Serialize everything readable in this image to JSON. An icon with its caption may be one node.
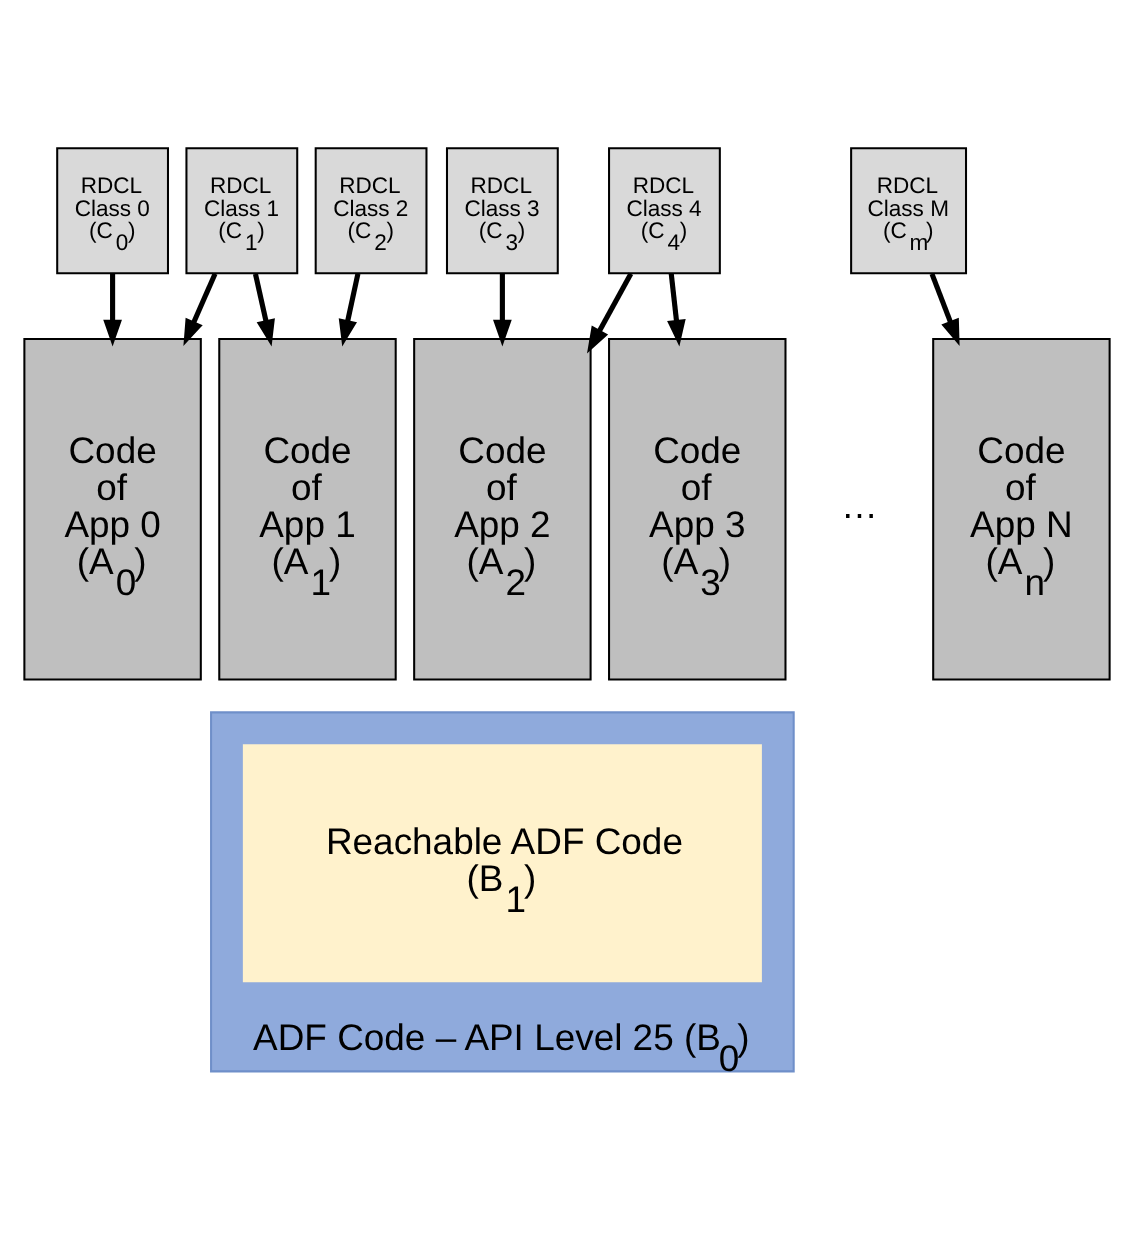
{
  "diagram": {
    "nodes": [
      {
        "text": [
          "RDCL Class 0 (C$_{0}$)"
        ]
      },
      {
        "text": [
          "RDCL Class 1 (C$_{1}$)"
        ]
      },
      {
        "text": [
          "RDCL Class 2 (C$_{2}$)"
        ]
      },
      {
        "text": [
          "RDCL Class 3 (C$_{3}$)"
        ]
      },
      {
        "text": [
          "RDCL Class 4 (C$_{4}$)"
        ]
      },
      {
        "text": [
          "RDCL Class M (C$_{m}$)"
        ]
      },
      {
        "text": [
          "Code of App 0 (A$_{0}$)"
        ]
      },
      {
        "text": [
          "Code of App 1 (A$_{1}$)"
        ]
      },
      {
        "text": [
          "Code of App 2 (A$_{2}$)"
        ]
      },
      {
        "text": [
          "Code of App 3 (A$_{3}$)"
        ]
      },
      {
        "text": [
          "Code of App N (A$_{n}$)"
        ]
      },
      {
        "text": [
          "ADF Code – API Level 25 (B$_{0}$)"
        ]
      },
      {
        "text": [
          "Reachable ADF Code (B$_{1}$)"
        ],
        "in": 11
      }
    ],
    "edges": [
      {
        "from": 0,
        "to": 6,
        "arrow": "to"
      },
      {
        "from": 1,
        "to": 6,
        "arrow": "to"
      },
      {
        "from": 1,
        "to": 7,
        "arrow": "to"
      },
      {
        "from": 2,
        "to": 7,
        "arrow": "to"
      },
      {
        "from": 3,
        "to": 8,
        "arrow": "to"
      },
      {
        "from": 4,
        "to": 8,
        "arrow": "to"
      },
      {
        "from": 4,
        "to": 9,
        "arrow": "to"
      },
      {
        "from": 5,
        "to": 10,
        "arrow": "to"
      }
    ],
    "labels": [
      "…"
    ]
  }
}
